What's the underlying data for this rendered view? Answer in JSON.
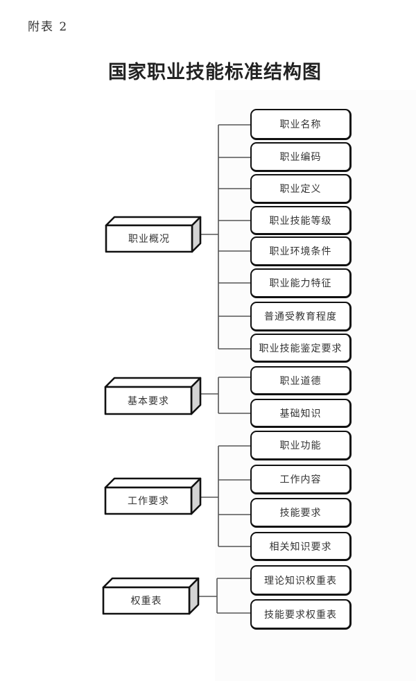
{
  "appendix_label": "附表 2",
  "title": "国家职业技能标准结构图",
  "categories": [
    {
      "label": "职业概况",
      "items": [
        "职业名称",
        "职业编码",
        "职业定义",
        "职业技能等级",
        "职业环境条件",
        "职业能力特征",
        "普通受教育程度",
        "职业技能鉴定要求"
      ]
    },
    {
      "label": "基本要求",
      "items": [
        "职业道德",
        "基础知识"
      ]
    },
    {
      "label": "工作要求",
      "items": [
        "职业功能",
        "工作内容",
        "技能要求",
        "相关知识要求"
      ]
    },
    {
      "label": "权重表",
      "items": [
        "理论知识权重表",
        "技能要求权重表"
      ]
    }
  ]
}
